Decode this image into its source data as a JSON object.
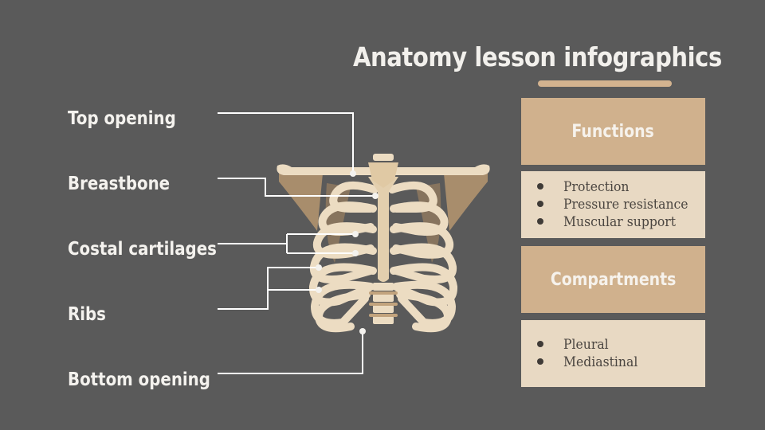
{
  "title": "Anatomy lesson infographics",
  "colors": {
    "background": "#5a5a5a",
    "accent": "#d3b38f",
    "header_box": "#d0b18d",
    "list_box": "#e8d9c3",
    "bone": "#ecdcc2",
    "bone_shadow": "#a88d6c",
    "connector": "#ffffff"
  },
  "labels": [
    {
      "id": "top-opening",
      "text": "Top opening"
    },
    {
      "id": "breastbone",
      "text": "Breastbone"
    },
    {
      "id": "costal-cartilages",
      "text": "Costal cartilages"
    },
    {
      "id": "ribs",
      "text": "Ribs"
    },
    {
      "id": "bottom-opening",
      "text": "Bottom opening"
    }
  ],
  "panels": [
    {
      "heading": "Functions",
      "items": [
        "Protection",
        "Pressure resistance",
        "Muscular support"
      ]
    },
    {
      "heading": "Compartments",
      "items": [
        "Pleural",
        "Mediastinal"
      ]
    }
  ],
  "illustration": {
    "icon": "rib-cage-icon"
  }
}
